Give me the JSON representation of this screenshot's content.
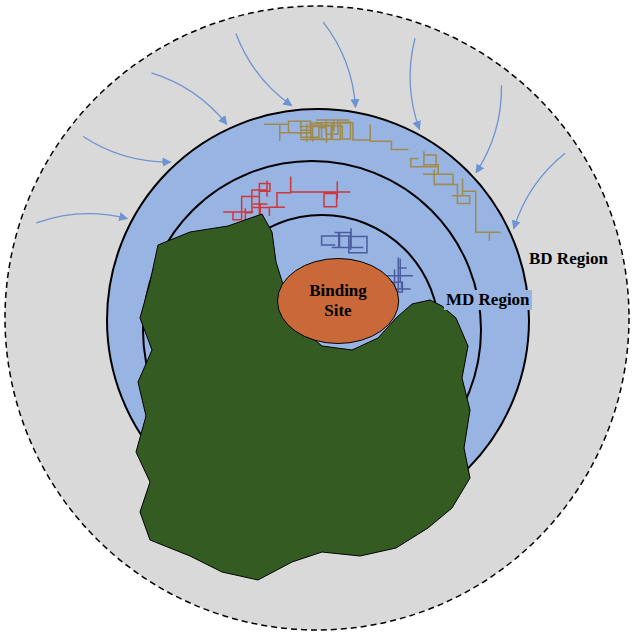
{
  "diagram": {
    "nodes": [
      {
        "text": [
          "BD Region"
        ]
      },
      {
        "text": [
          "MD Region"
        ],
        "in": 0
      },
      {
        "text": [
          "Binding Site"
        ],
        "in": 1
      }
    ]
  }
}
